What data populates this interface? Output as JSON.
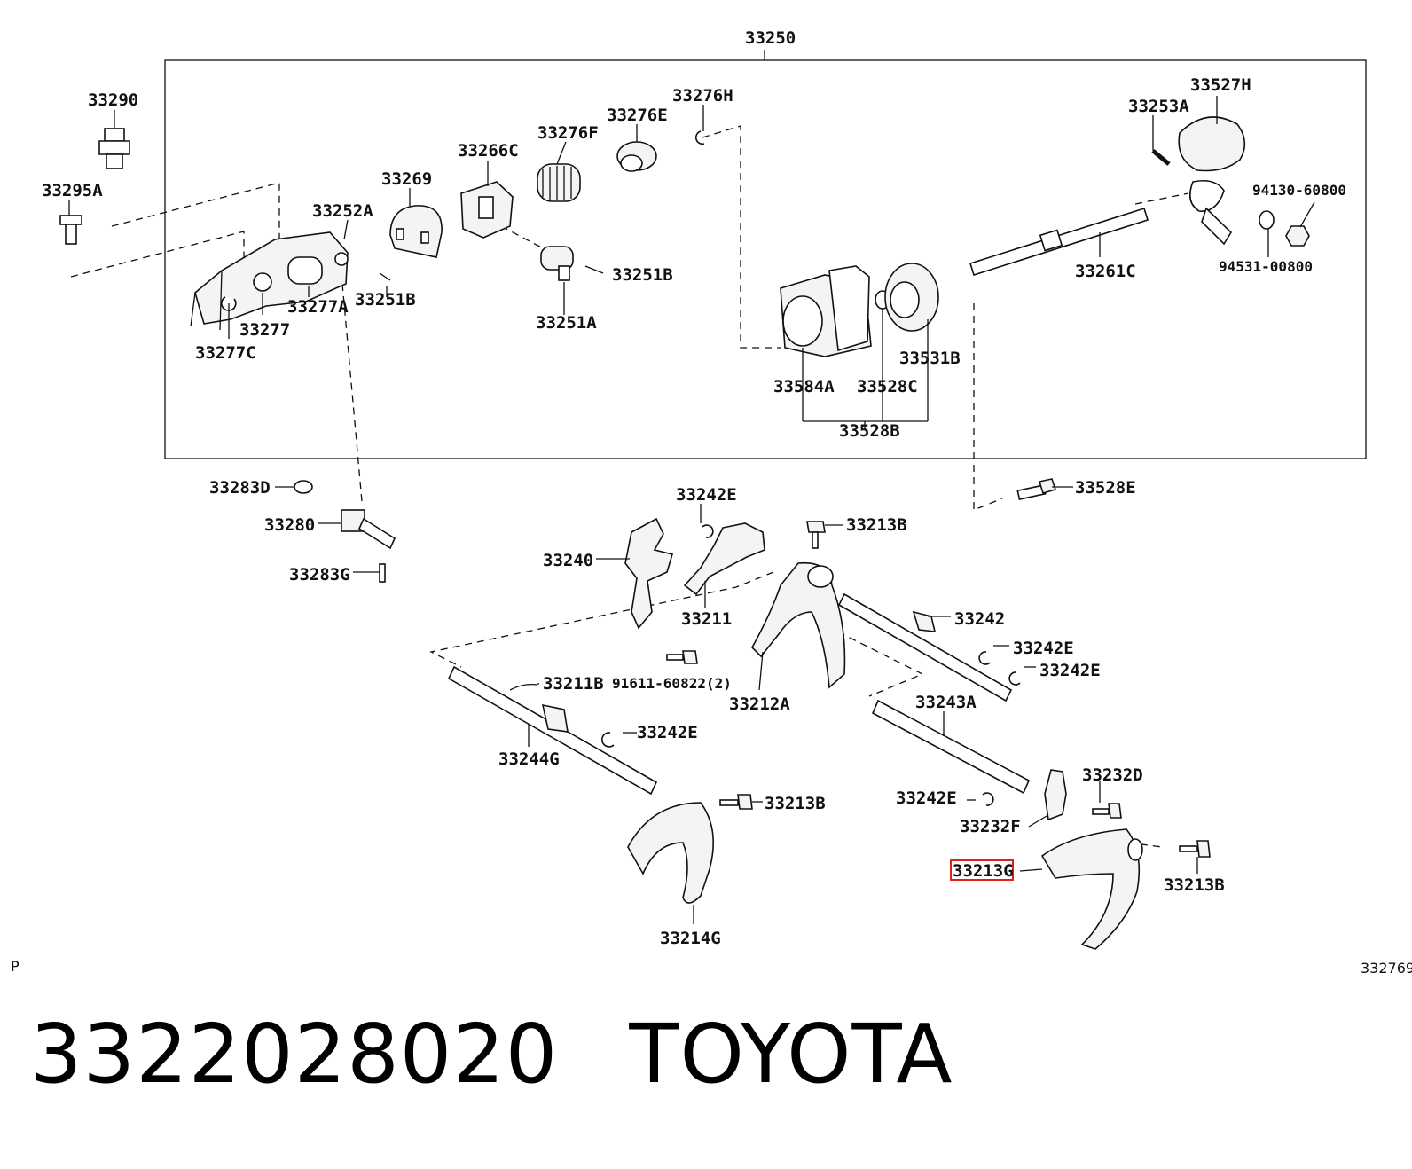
{
  "caption": {
    "part_number": "3322028020",
    "brand": "TOYOTA"
  },
  "corner": {
    "left": "P",
    "right": "332769"
  },
  "highlight": {
    "label": "33213G"
  },
  "labels": {
    "l33250": "33250",
    "l33290": "33290",
    "l33295A": "33295A",
    "l33269": "33269",
    "l33266C": "33266C",
    "l33276F": "33276F",
    "l33276E": "33276E",
    "l33276H": "33276H",
    "l33252A": "33252A",
    "l33251B_a": "33251B",
    "l33251B_b": "33251B",
    "l33251A": "33251A",
    "l33277": "33277",
    "l33277A": "33277A",
    "l33277C": "33277C",
    "l33527H": "33527H",
    "l33253A": "33253A",
    "l94130": "94130-60800",
    "l94531": "94531-00800",
    "l33261C": "33261C",
    "l33531B": "33531B",
    "l33584A": "33584A",
    "l33528C": "33528C",
    "l33528B": "33528B",
    "l33528E": "33528E",
    "l33283D": "33283D",
    "l33280": "33280",
    "l33283G": "33283G",
    "l33242E_a": "33242E",
    "l33213B_a": "33213B",
    "l33240": "33240",
    "l33211": "33211",
    "l33242": "33242",
    "l33242E_b": "33242E",
    "l33242E_c": "33242E",
    "l91611": "91611-60822(2)",
    "l33211B": "33211B",
    "l33212A": "33212A",
    "l33243A": "33243A",
    "l33242E_d": "33242E",
    "l33244G": "33244G",
    "l33213B_b": "33213B",
    "l33232D": "33232D",
    "l33242E_e": "33242E",
    "l33232F": "33232F",
    "l33213B_c": "33213B",
    "l33214G": "33214G"
  }
}
